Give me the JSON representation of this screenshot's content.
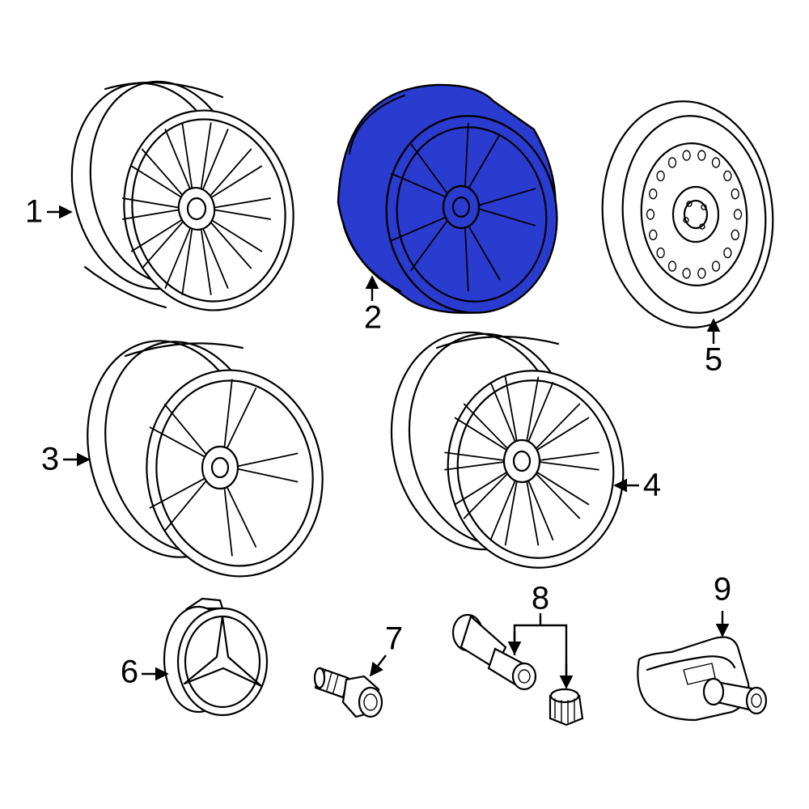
{
  "callouts": {
    "c1": "1",
    "c2": "2",
    "c3": "3",
    "c4": "4",
    "c5": "5",
    "c6": "6",
    "c7": "7",
    "c8": "8",
    "c9": "9"
  },
  "colors": {
    "highlight": "#2a3bd0",
    "line": "#000000",
    "background": "#ffffff"
  },
  "highlighted_part": "2"
}
